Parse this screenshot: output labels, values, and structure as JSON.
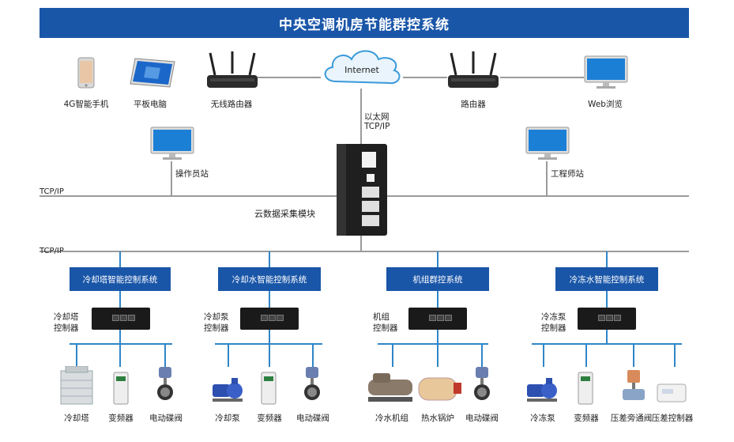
{
  "title": "中央空调机房节能群控系统",
  "top_devices": {
    "phone": "4G智能手机",
    "tablet": "平板电脑",
    "wireless_router": "无线路由器",
    "cloud": "Internet",
    "router": "路由器",
    "web": "Web浏览"
  },
  "ethernet": {
    "line1": "以太网",
    "line2": "TCP/IP"
  },
  "stations": {
    "operator": "操作员站",
    "engineer": "工程师站"
  },
  "module_label": "云数据采集模块",
  "bus_labels": {
    "upper": "TCP/IP",
    "lower": "TCP/IP"
  },
  "subsystems": [
    {
      "name": "冷却塔智能控制系统",
      "controller_l1": "冷却塔",
      "controller_l2": "控制器",
      "devices": [
        "冷却塔",
        "变频器",
        "电动碟阀"
      ]
    },
    {
      "name": "冷却水智能控制系统",
      "controller_l1": "冷却泵",
      "controller_l2": "控制器",
      "devices": [
        "冷却泵",
        "变频器",
        "电动碟阀"
      ]
    },
    {
      "name": "机组群控系统",
      "controller_l1": "机组",
      "controller_l2": "控制器",
      "devices": [
        "冷水机组",
        "热水锅炉",
        "电动碟阀"
      ]
    },
    {
      "name": "冷冻水智能控制系统",
      "controller_l1": "冷冻泵",
      "controller_l2": "控制器",
      "devices": [
        "冷冻泵",
        "变频器",
        "压差旁通阀",
        "压差控制器"
      ]
    }
  ],
  "colors": {
    "brand_blue": "#1a56a8",
    "bus_gray": "#9b9b9b",
    "drop_blue": "#2f86c8"
  }
}
